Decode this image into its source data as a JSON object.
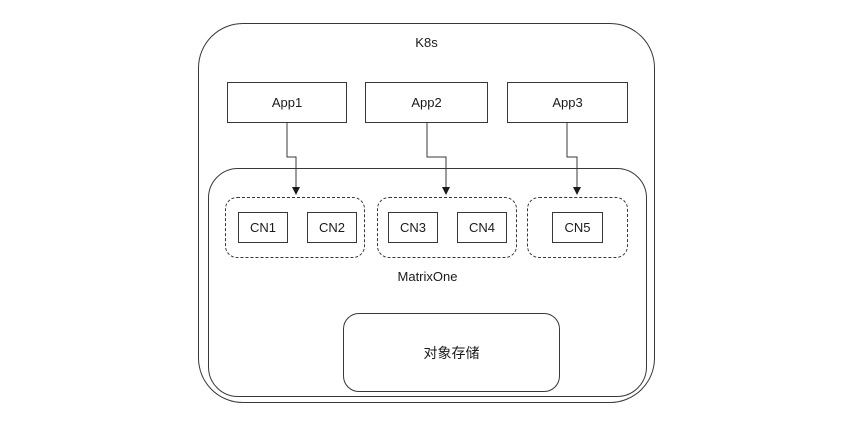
{
  "diagram": {
    "outer_container": {
      "label": "K8s"
    },
    "inner_container": {
      "label": "MatrixOne"
    },
    "apps": [
      {
        "label": "App1"
      },
      {
        "label": "App2"
      },
      {
        "label": "App3"
      }
    ],
    "cn_groups": [
      {
        "nodes": [
          "CN1",
          "CN2"
        ]
      },
      {
        "nodes": [
          "CN3",
          "CN4"
        ]
      },
      {
        "nodes": [
          "CN5"
        ]
      }
    ],
    "storage": {
      "label": "对象存储"
    },
    "colors": {
      "stroke": "#383838",
      "text": "#1a1a1a",
      "background": "#ffffff"
    }
  }
}
